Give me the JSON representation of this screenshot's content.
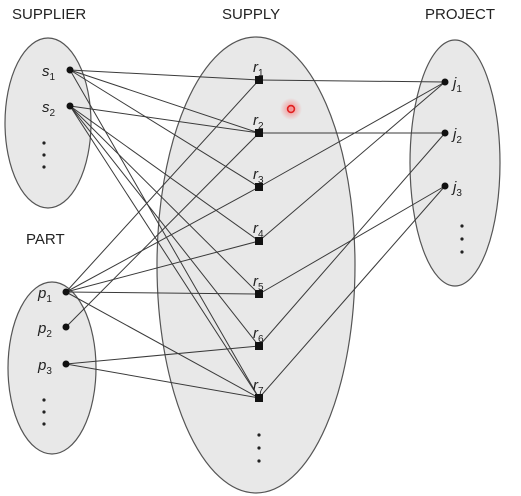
{
  "sets": {
    "supplier": "SUPPLIER",
    "supply": "SUPPLY",
    "project": "PROJECT",
    "part": "PART"
  },
  "nodes": {
    "suppliers": [
      {
        "id": "s1",
        "base": "s",
        "sub": "1"
      },
      {
        "id": "s2",
        "base": "s",
        "sub": "2"
      }
    ],
    "parts": [
      {
        "id": "p1",
        "base": "p",
        "sub": "1"
      },
      {
        "id": "p2",
        "base": "p",
        "sub": "2"
      },
      {
        "id": "p3",
        "base": "p",
        "sub": "3"
      }
    ],
    "relationships": [
      {
        "id": "r1",
        "base": "r",
        "sub": "1"
      },
      {
        "id": "r2",
        "base": "r",
        "sub": "2"
      },
      {
        "id": "r3",
        "base": "r",
        "sub": "3"
      },
      {
        "id": "r4",
        "base": "r",
        "sub": "4"
      },
      {
        "id": "r5",
        "base": "r",
        "sub": "5"
      },
      {
        "id": "r6",
        "base": "r",
        "sub": "6"
      },
      {
        "id": "r7",
        "base": "r",
        "sub": "7"
      }
    ],
    "projects": [
      {
        "id": "j1",
        "base": "j",
        "sub": "1"
      },
      {
        "id": "j2",
        "base": "j",
        "sub": "2"
      },
      {
        "id": "j3",
        "base": "j",
        "sub": "3"
      }
    ]
  },
  "edges": [
    [
      "s1",
      "r1"
    ],
    [
      "s1",
      "r2"
    ],
    [
      "s1",
      "r3"
    ],
    [
      "s1",
      "r7"
    ],
    [
      "s2",
      "r2"
    ],
    [
      "s2",
      "r4"
    ],
    [
      "s2",
      "r5"
    ],
    [
      "s2",
      "r6"
    ],
    [
      "s2",
      "r7"
    ],
    [
      "p1",
      "r1"
    ],
    [
      "p1",
      "r3"
    ],
    [
      "p1",
      "r4"
    ],
    [
      "p1",
      "r5"
    ],
    [
      "p1",
      "r7"
    ],
    [
      "p2",
      "r2"
    ],
    [
      "p3",
      "r6"
    ],
    [
      "p3",
      "r7"
    ],
    [
      "r1",
      "j1"
    ],
    [
      "r2",
      "j2"
    ],
    [
      "r3",
      "j1"
    ],
    [
      "r4",
      "j1"
    ],
    [
      "r5",
      "j3"
    ],
    [
      "r6",
      "j2"
    ],
    [
      "r7",
      "j3"
    ]
  ],
  "colors": {
    "ellipse_fill": "#e8e8e8",
    "cursor": "#e02020"
  }
}
